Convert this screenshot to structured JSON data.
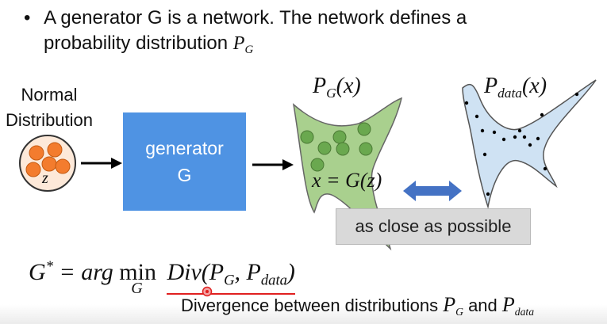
{
  "bullet": {
    "marker": "•",
    "line1": "A generator G is a network. The network defines a",
    "line2": "probability distribution",
    "pg_symbol": "P",
    "pg_sub": "G"
  },
  "normal": {
    "line1": "Normal",
    "line2": "Distribution",
    "z_label": "z"
  },
  "generator": {
    "line1": "generator",
    "line2": "G"
  },
  "pg_x": {
    "symbol": "P",
    "sub": "G",
    "arg": "(x)"
  },
  "pdata_x": {
    "symbol": "P",
    "sub": "data",
    "arg": "(x)"
  },
  "x_eq": "x = G(z)",
  "close_label": "as close as possible",
  "formula": {
    "g_star": "G",
    "star": "*",
    "eq": " = arg ",
    "min": "min",
    "min_sub": "G",
    "div": "Div(",
    "p1": "P",
    "p1_sub": "G",
    "comma": ", ",
    "p2": "P",
    "p2_sub": "data",
    "close": ")"
  },
  "divergence": {
    "text": "Divergence between distributions",
    "p1": "P",
    "p1_sub": "G",
    "and": "and",
    "p2": "P",
    "p2_sub": "data"
  },
  "colors": {
    "generator_box": "#4f93e3",
    "pg_shape_fill": "#a9d08e",
    "pg_dot": "#6aa84f",
    "pdata_shape_fill": "#cfe2f3",
    "normal_dots": "#f37c2e",
    "double_arrow": "#4472c4",
    "underline": "#e02020"
  }
}
